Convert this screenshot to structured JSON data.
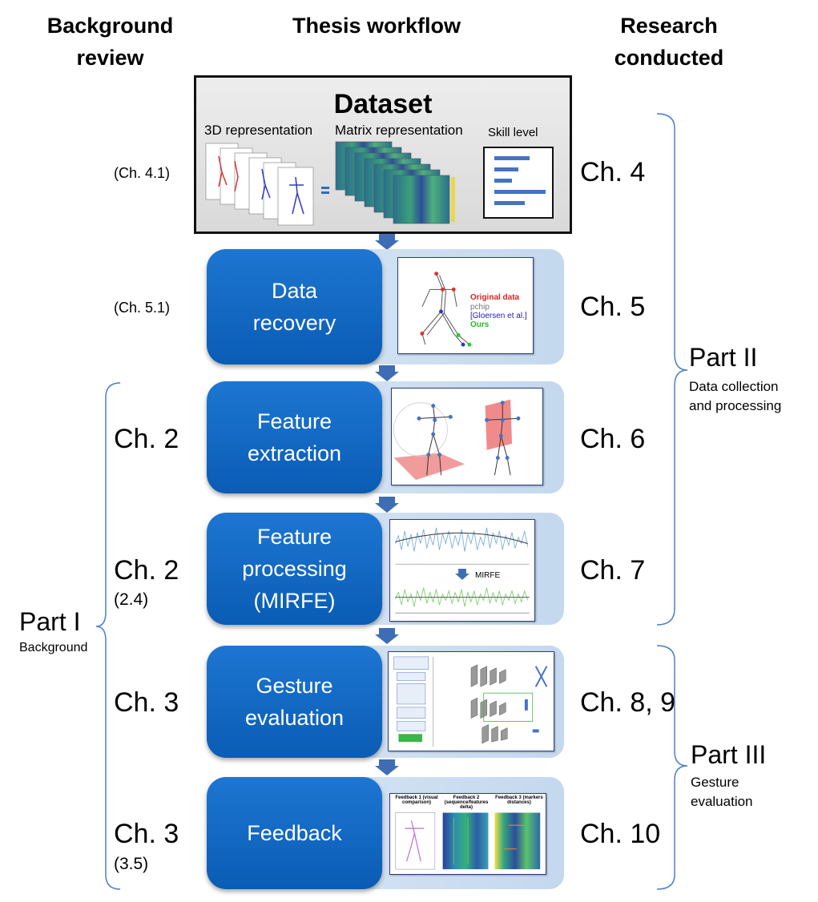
{
  "headers": {
    "left": "Background review",
    "center": "Thesis workflow",
    "right": "Research conducted"
  },
  "dataset": {
    "title": "Dataset",
    "repr_3d": "3D representation",
    "repr_matrix": "Matrix representation",
    "skill_level": "Skill level"
  },
  "steps": [
    {
      "label": "Data recovery",
      "left_ref": "(Ch. 5.1)",
      "right_ref": "Ch. 5"
    },
    {
      "label": "Feature extraction",
      "left_ref": "Ch. 2",
      "right_ref": "Ch. 6"
    },
    {
      "label": "Feature processing (MIRFE)",
      "left_ref": "Ch. 2",
      "left_sub": "(2.4)",
      "right_ref": "Ch. 7"
    },
    {
      "label": "Gesture evaluation",
      "left_ref": "Ch. 3",
      "right_ref": "Ch. 8, 9"
    },
    {
      "label": "Feedback",
      "left_ref": "Ch. 3",
      "left_sub": "(3.5)",
      "right_ref": "Ch. 10"
    }
  ],
  "dataset_refs": {
    "left": "(Ch. 4.1)",
    "right": "Ch. 4"
  },
  "data_recovery_legend": {
    "original": "Original data",
    "pchip": "pchip",
    "gloersen": "[Gloersen et al.]",
    "ours": "Ours"
  },
  "mirfe_label": "MIRFE",
  "feedback_panels": [
    "Feedback 1 (visual comparison)",
    "Feedback 2 (sequence/features delta)",
    "Feedback 3 (markers distances)"
  ],
  "parts": {
    "part1": {
      "title": "Part I",
      "subtitle": "Background"
    },
    "part2": {
      "title": "Part II",
      "subtitle_line1": "Data collection",
      "subtitle_line2": "and processing"
    },
    "part3": {
      "title": "Part III",
      "subtitle_line1": "Gesture",
      "subtitle_line2": "evaluation"
    }
  },
  "colors": {
    "step_button": "#0a63c2",
    "step_bg": "#c9dcf0",
    "arrow": "#3e6db5",
    "bracket": "#4a7fc9"
  }
}
